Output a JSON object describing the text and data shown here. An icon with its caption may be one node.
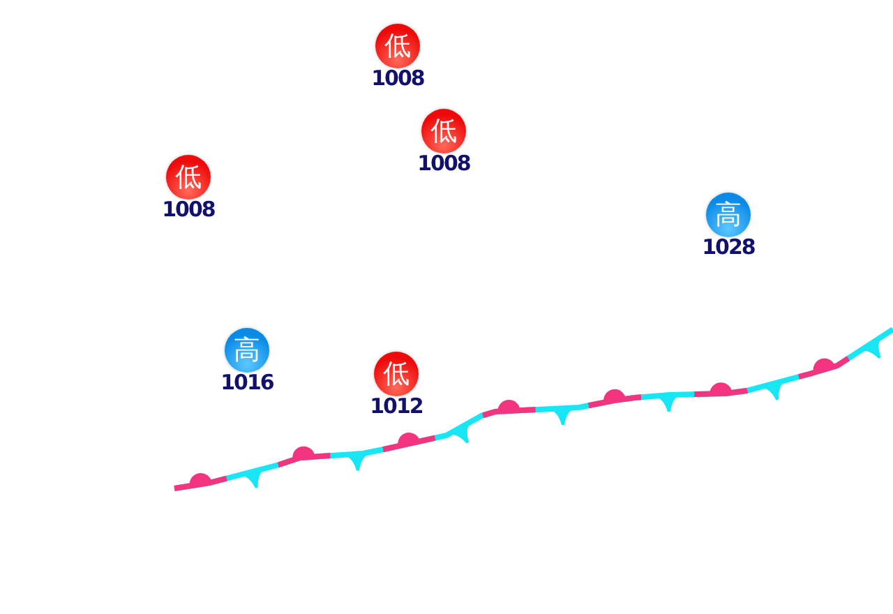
{
  "diagram": {
    "nodes": [
      {
        "text": [
          "低"
        ],
        "beside": [
          "1008"
        ]
      },
      {
        "text": [
          "低"
        ],
        "beside": [
          "1008"
        ]
      },
      {
        "text": [
          "低"
        ],
        "beside": [
          "1008"
        ]
      },
      {
        "text": [
          "高"
        ],
        "beside": [
          "1028"
        ]
      },
      {
        "text": [
          "高"
        ],
        "beside": [
          "1016"
        ]
      },
      {
        "text": [
          "低"
        ],
        "beside": [
          "1012"
        ]
      }
    ]
  }
}
